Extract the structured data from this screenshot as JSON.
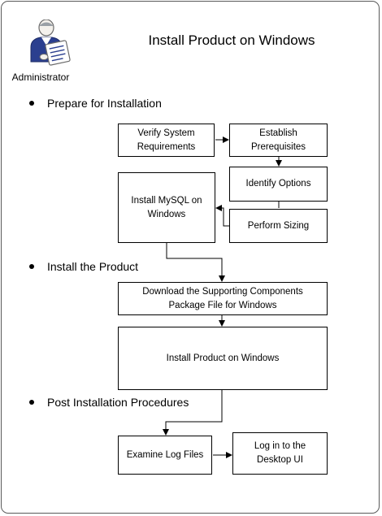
{
  "title": "Install Product on Windows",
  "role": {
    "label": "Administrator",
    "icon": "administrator-icon"
  },
  "sections": {
    "prepare": "Prepare for Installation",
    "install": "Install the Product",
    "post": "Post Installation Procedures"
  },
  "steps": {
    "verify": "Verify System\nRequirements",
    "prereq": "Establish\nPrerequisites",
    "options": "Identify Options",
    "mysql": "Install MySQL on\nWindows",
    "sizing": "Perform Sizing",
    "download": "Download the Supporting Components\nPackage File for Windows",
    "install_product": "Install Product on Windows",
    "logs": "Examine Log Files",
    "login": "Log in to the\nDesktop UI"
  },
  "colors": {
    "icon_blue": "#2b3f8f",
    "icon_gray": "#9aa0a6",
    "border": "#000000"
  }
}
